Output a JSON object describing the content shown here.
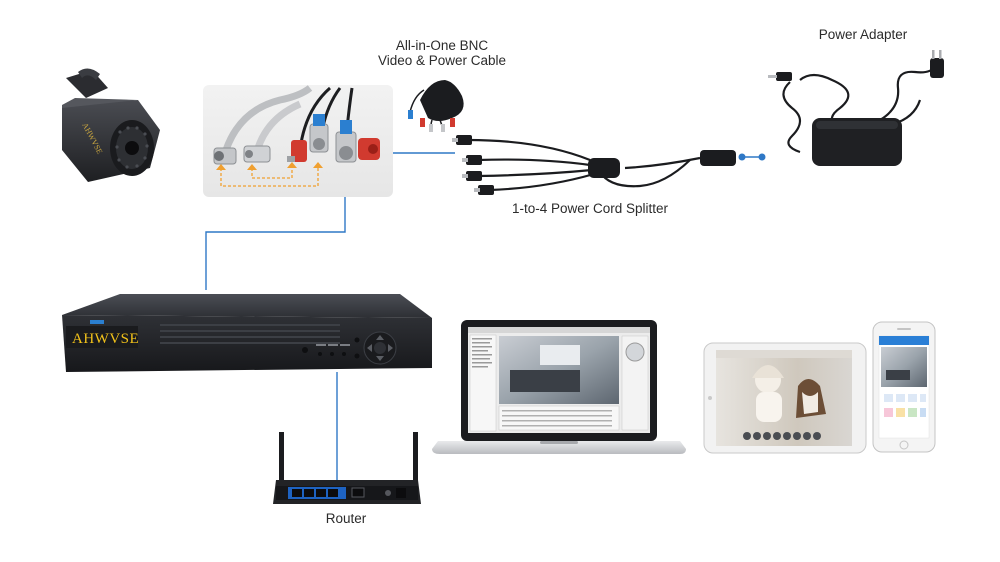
{
  "labels": {
    "bnc_cable_line1": "All-in-One BNC",
    "bnc_cable_line2": "Video & Power Cable",
    "power_adapter": "Power Adapter",
    "splitter": "1-to-4 Power Cord Splitter",
    "router": "Router"
  },
  "dvr": {
    "brand": "AHWVSE"
  },
  "colors": {
    "connector_line": "#2f78c6",
    "dashed_arrow": "#f0a030",
    "dvr_brand": "#f2c21a",
    "device_body": "#2a2c30"
  },
  "icons": {
    "camera": "bullet-camera-icon",
    "connectors": "bnc-dc-connectors-icon",
    "bnc_cable": "bnc-cable-icon",
    "splitter": "power-splitter-icon",
    "adapter": "power-adapter-icon",
    "dvr": "dvr-recorder-icon",
    "router": "router-icon",
    "laptop": "laptop-icon",
    "tablet": "tablet-icon",
    "phone": "phone-icon"
  }
}
